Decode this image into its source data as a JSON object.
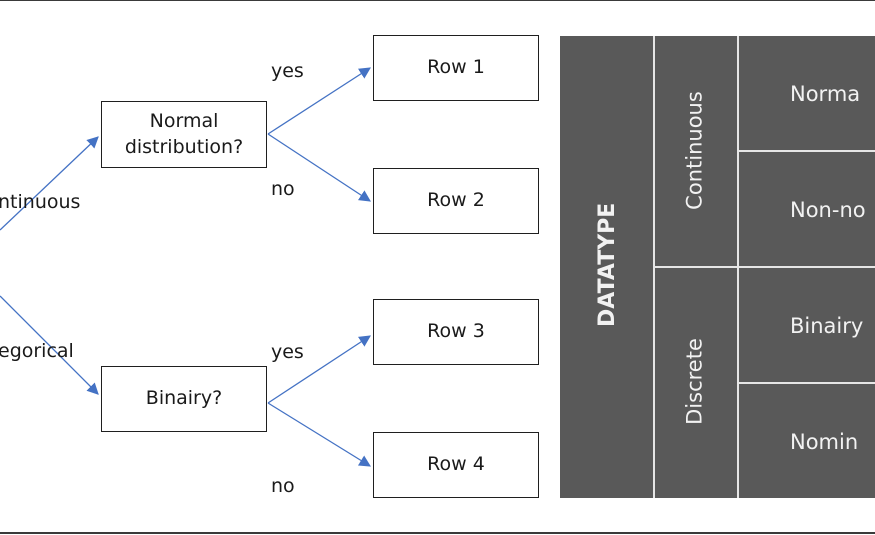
{
  "tree": {
    "branch_top": "ntinuous",
    "branch_bottom": "egorical",
    "question_top": "Normal distribution?",
    "question_top_line1": "Normal",
    "question_top_line2": "distribution?",
    "question_bottom": "Binairy?",
    "yes_top": "yes",
    "no_top": "no",
    "yes_bottom": "yes",
    "no_bottom": "no",
    "rows": [
      "Row 1",
      "Row 2",
      "Row 3",
      "Row 4"
    ]
  },
  "table": {
    "datatype": "DATATYPE",
    "continuous": "Continuous",
    "discrete": "Discrete",
    "cells": [
      "Norma",
      "Non-no",
      "Binairy",
      "Nomin"
    ]
  },
  "colors": {
    "arrow": "#4472c4",
    "table_bg": "#595959",
    "table_lines": "#e6e6e6",
    "table_text": "#f2f2f2"
  }
}
